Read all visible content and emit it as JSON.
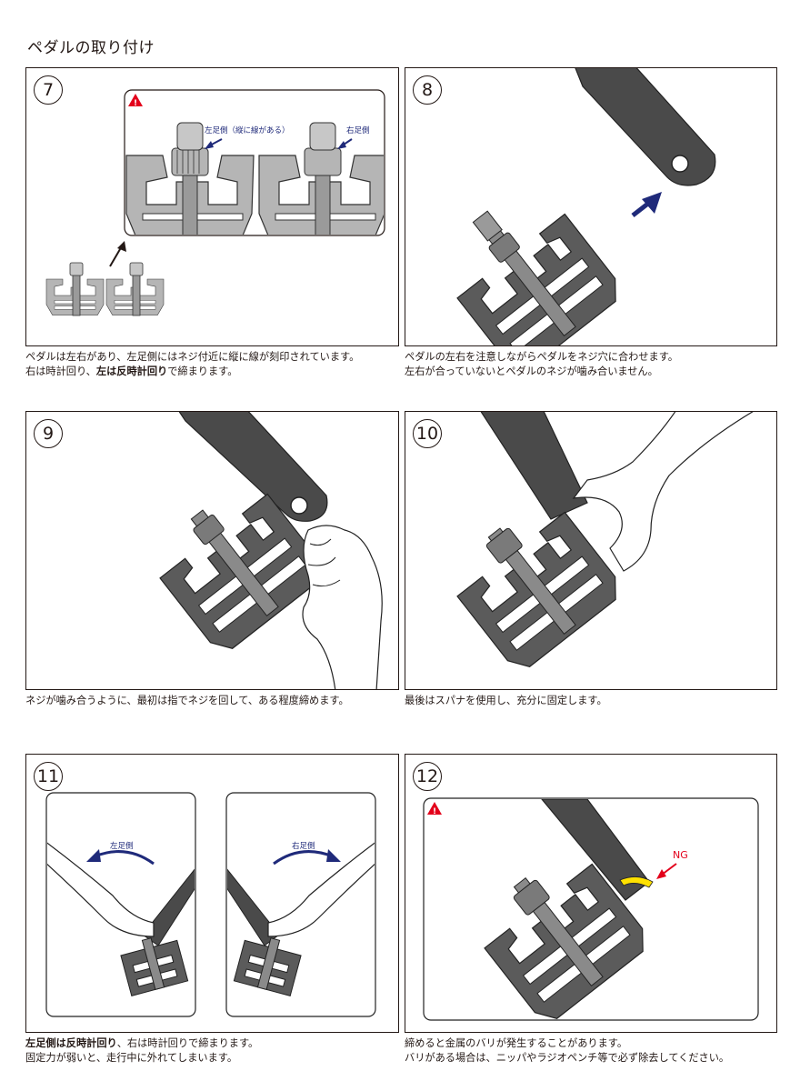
{
  "page": {
    "title": "ペダルの取り付け"
  },
  "steps": [
    {
      "number": "7",
      "caption_line1": "ペダルは左右があり、左足側にはネジ付近に縦に線が刻印されています。",
      "caption_line2_pre": "右は時計回り、",
      "caption_line2_bold": "左は反時計回り",
      "caption_line2_post": "で締まります。",
      "label_left": "左足側（縦に線がある）",
      "label_right": "右足側"
    },
    {
      "number": "8",
      "caption_line1": "ペダルの左右を注意しながらペダルをネジ穴に合わせます。",
      "caption_line2": "左右が合っていないとペダルのネジが噛み合いません。"
    },
    {
      "number": "9",
      "caption_line1": "ネジが噛み合うように、最初は指でネジを回して、ある程度締めます。"
    },
    {
      "number": "10",
      "caption_line1": "最後はスパナを使用し、充分に固定します。"
    },
    {
      "number": "11",
      "caption_line1_bold": "左足側は反時計回り",
      "caption_line1_post": "、右は時計回りで締まります。",
      "caption_line2": "固定力が弱いと、走行中に外れてしまいます。",
      "label_left": "左足側",
      "label_right": "右足側"
    },
    {
      "number": "12",
      "caption_line1": "締めると金属のバリが発生することがあります。",
      "caption_line2": "バリがある場合は、ニッパやラジオペンチ等で必ず除去してください。",
      "ng_label": "NG"
    }
  ],
  "colors": {
    "arm": "#4a4a4a",
    "pedal": "#5b5b5b",
    "arrow_blue": "#1f2a7a",
    "warning": "#e3001b",
    "burr": "#ffe100"
  },
  "icons": [
    "warning-icon",
    "blue-arrow-icon",
    "rotation-arrow-icon",
    "hand-illustration",
    "wrench-illustration"
  ]
}
